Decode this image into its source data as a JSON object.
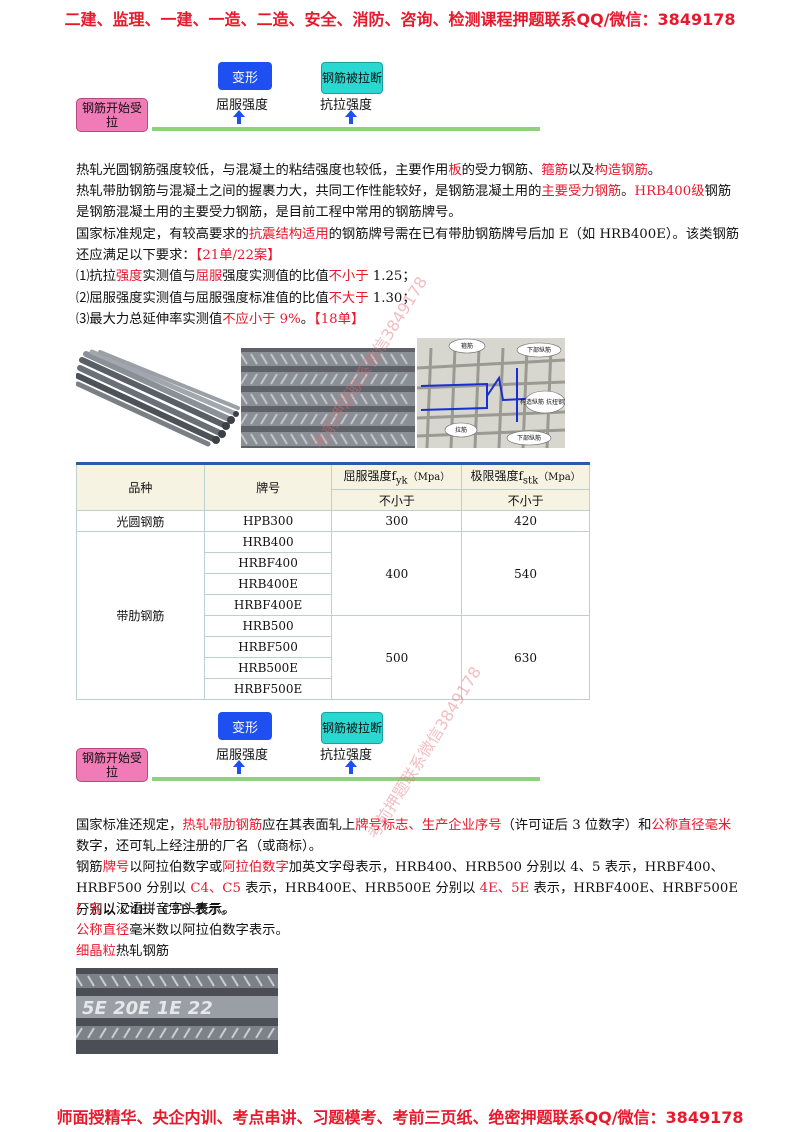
{
  "header": "二建、监理、一建、一造、二造、安全、消防、咨询、检测课程押题联系QQ/微信：3849178",
  "footer": "师面授精华、央企内训、考点串讲、习题模考、考前三页纸、绝密押题联系QQ/微信：3849178",
  "flow": {
    "start": "钢筋开始受拉",
    "box_yield": "变形",
    "box_break": "钢筋被拉断",
    "label_yield": "屈服强度",
    "label_tensile": "抗拉强度"
  },
  "p1": {
    "t1": "热轧光圆钢筋强度较低，与混凝土的粘结强度也较低，主要作用",
    "r1": "板",
    "t2": "的受力钢筋、",
    "r2": "箍筋",
    "t3": "以及",
    "r3": "构造钢筋",
    "t4": "。"
  },
  "p2": {
    "t1": "热轧带肋钢筋与混凝土之间的握裹力大，共同工作性能较好，是钢筋混凝土用的",
    "r1": "主要受力钢筋",
    "t2": "。",
    "r2": "HRB400级",
    "t3": "钢筋是钢筋混凝土用的主要受力钢筋，是目前工程中常用的钢筋牌号。"
  },
  "p3": {
    "t1": "国家标准规定，有较高要求的",
    "r1": "抗震结构适用",
    "t2": "的钢筋牌号需在已有带肋钢筋牌号后加 E（如 HRB400E）。该类钢筋还应满足以下要求：",
    "r2": "【21单/22案】"
  },
  "req1": {
    "t1": "⑴抗拉",
    "r1": "强度",
    "t2": "实测值与",
    "r2": "屈服",
    "t3": "强度实测值的比值",
    "r3": "不小于",
    "t4": " 1.25；"
  },
  "req2": {
    "t1": "⑵屈服强度实测值与屈服强度标准值的比值",
    "r1": "不大于",
    "t2": " 1.30；"
  },
  "req3": {
    "t1": "⑶最大力总延伸率实测值",
    "r1": "不应小于 9%",
    "t2": "。",
    "r2": "【18单】"
  },
  "photo3_labels": {
    "a": "箍筋",
    "b": "下部纵筋",
    "c": "构造纵筋\n抗扭钢筋",
    "d": "拉筋",
    "e": "下部纵筋"
  },
  "table": {
    "h_variety": "品种",
    "h_grade": "牌号",
    "h_yield": "屈服强度f",
    "h_yield_sub": "yk",
    "h_yield_unit": "（Mpa）",
    "h_ult": "极限强度f",
    "h_ult_sub": "stk",
    "h_ult_unit": "（Mpa）",
    "h_min1": "不小于",
    "h_min2": "不小于",
    "plain": {
      "variety": "光圆钢筋",
      "grade": "HPB300",
      "yield": "300",
      "ult": "420"
    },
    "ribbed_variety": "带肋钢筋",
    "group400": {
      "grades": [
        "HRB400",
        "HRBF400",
        "HRB400E",
        "HRBF400E"
      ],
      "yield": "400",
      "ult": "540"
    },
    "group500": {
      "grades": [
        "HRB500",
        "HRBF500",
        "HRB500E",
        "HRBF500E"
      ],
      "yield": "500",
      "ult": "630"
    }
  },
  "p4": {
    "t1": "国家标准还规定，",
    "r1": "热轧带肋钢筋",
    "t2": "应在其表面轧上",
    "r2": "牌号标志、生产企业序号",
    "t3": "（许可证后 3 位数字）和",
    "r3": "公称直径毫米",
    "t4": "数字，还可轧上经注册的厂名（或商标）。"
  },
  "p5": {
    "t1": "钢筋",
    "r1": "牌号",
    "t2": "以阿拉伯数字或",
    "r2": "阿拉伯数字",
    "t3": "加英文字母表示，HRB400、HRB500 分别以 4、5 表示，HRBF400、HRBF500 分别以 ",
    "r3": "C4、C5",
    "t4": " 表示，HRB400E、HRB500E 分别以 ",
    "r4": "4E、5E",
    "t5": " 表示，HRBF400E、HRBF500E 分别以 C4E、C5E 表示。"
  },
  "p6": {
    "r1": "厂名",
    "t1": "以汉语拼音字头表示。"
  },
  "p7": {
    "r1": "公称直径",
    "t1": "毫米数以阿拉伯数字表示。"
  },
  "p8": {
    "r1": "细晶粒",
    "t1": "热轧钢筋"
  },
  "photo4_text": "5E 20E 1E 22",
  "watermark1": "考前押题联系微信3849178",
  "watermark2": "考前押题联系微信3849178",
  "colors": {
    "red": "#e8192c",
    "axis": "#8fd27c",
    "blue_box": "#1e4ff0",
    "cyan_box": "#29d8d0",
    "pink_box": "#f07bb6"
  }
}
